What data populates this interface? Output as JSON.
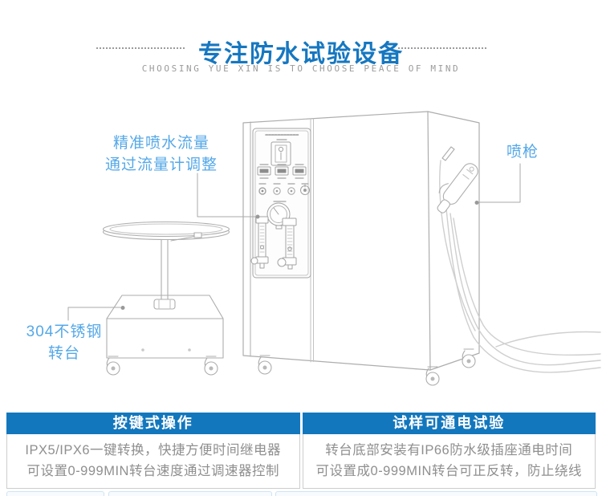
{
  "header": {
    "title": "专注防水试验设备",
    "subtitle": "CHOOSING YUE XIN IS TO CHOOSE PEACE OF MIND"
  },
  "callouts": {
    "flow": {
      "line1": "精准喷水流量",
      "line2": "通过流量计调整"
    },
    "spray_gun": {
      "label": "喷枪"
    },
    "turntable": {
      "line1": "304不锈钢",
      "line2": "转台"
    }
  },
  "features": [
    {
      "title": "按键式操作",
      "desc1": "IPX5/IPX6一键转换，快捷方便时间继电器",
      "desc2": "可设置0-999MIN转台速度通过调速器控制"
    },
    {
      "title": "试样可通电试验",
      "desc1": "转台底部安装有IP66防水级插座通电时间",
      "desc2": "可设置成0-999MIN转台可正反转，防止绕线"
    }
  ],
  "icons": {
    "pointer_dot": "callout-pointer-dot"
  },
  "colors": {
    "title_blue": "#1677c0",
    "feature_header_blue": "#1377bd",
    "callout_blue": "#55a8e8",
    "subtitle_gray": "#9b9b9b",
    "body_text_gray": "#8f8f8f",
    "line_art_gray": "#adadad"
  }
}
